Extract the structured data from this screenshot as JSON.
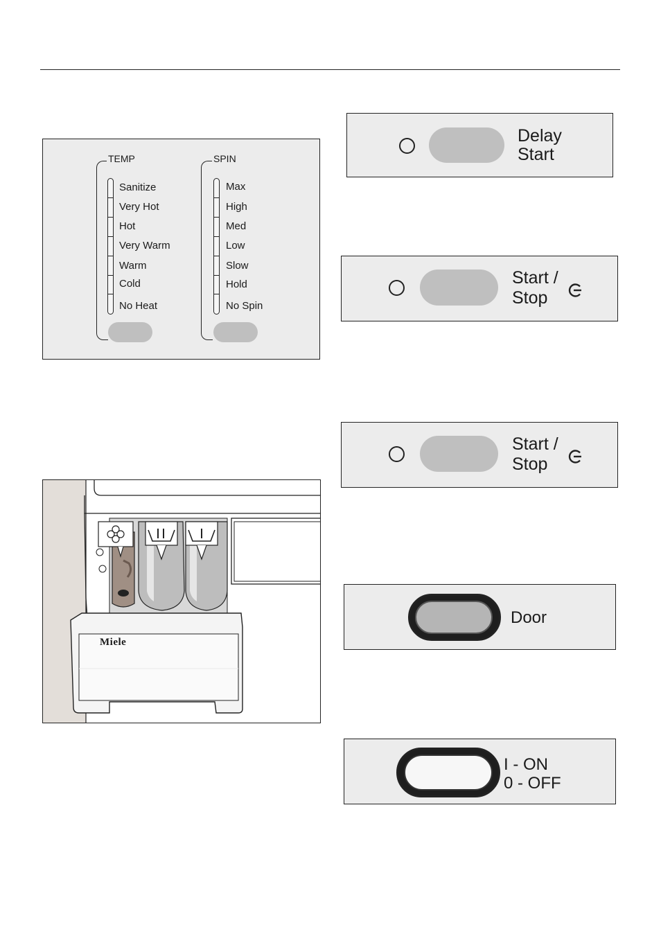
{
  "temp_spin_panel": {
    "temp_label": "TEMP",
    "temp_options": [
      "Sanitize",
      "Very Hot",
      "Hot",
      "Very Warm",
      "Warm",
      "Cold",
      "No Heat"
    ],
    "spin_label": "SPIN",
    "spin_options": [
      "Max",
      "High",
      "Med",
      "Low",
      "Slow",
      "Hold",
      "No Spin"
    ]
  },
  "delay_start_panel": {
    "line1": "Delay",
    "line2": "Start"
  },
  "start_stop_panel_1": {
    "line1": "Start /",
    "line2": "Stop"
  },
  "start_stop_panel_2": {
    "line1": "Start /",
    "line2": "Stop"
  },
  "door_panel": {
    "label": "Door"
  },
  "power_panel": {
    "line1": "I - ON",
    "line2": "0 - OFF"
  },
  "dispenser_illustration": {
    "brand": "Miele",
    "compartments": [
      "II",
      "I"
    ],
    "icon": "flower-icon"
  }
}
